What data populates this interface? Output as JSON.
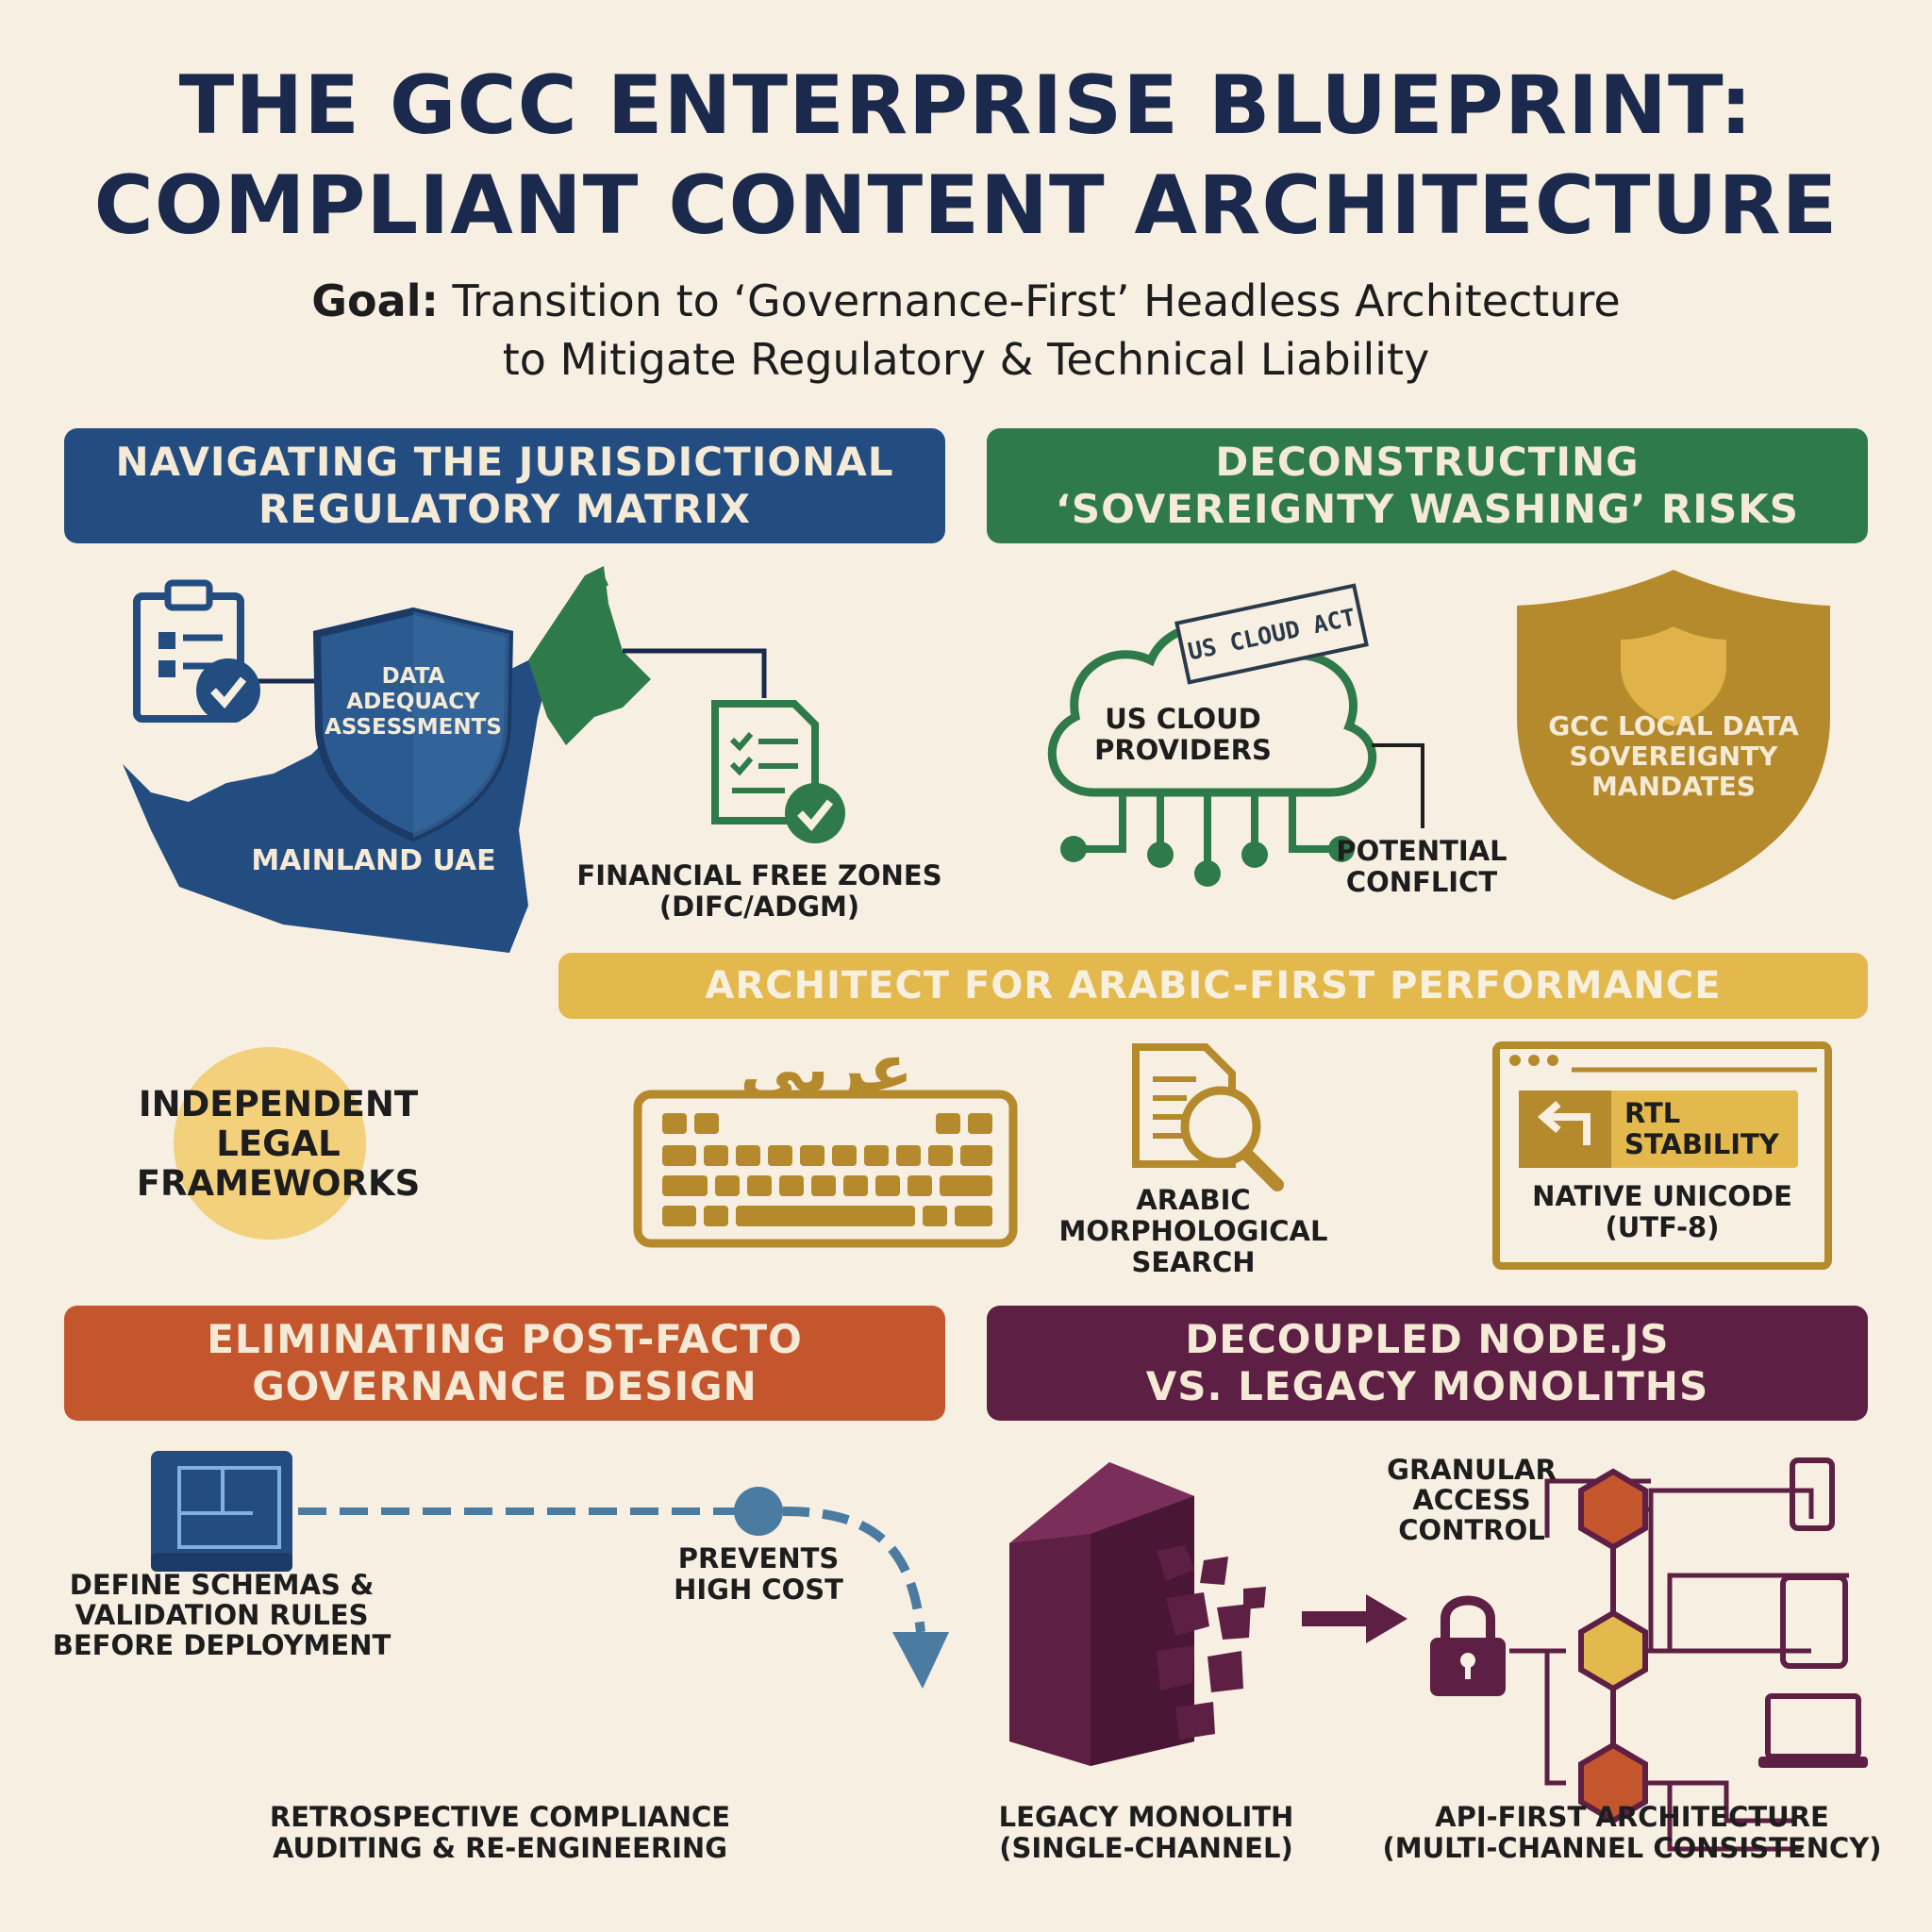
{
  "header": {
    "title_line1": "THE GCC ENTERPRISE BLUEPRINT:",
    "title_line2": "COMPLIANT CONTENT ARCHITECTURE",
    "goal_label": "Goal:",
    "goal_line1": "Transition to ‘Governance-First’ Headless Architecture",
    "goal_line2": "to Mitigate Regulatory & Technical Liability"
  },
  "section1": {
    "banner_line1": "NAVIGATING THE JURISDICTIONAL",
    "banner_line2": "REGULATORY MATRIX",
    "shield_line1": "DATA",
    "shield_line2": "ADEQUACY",
    "shield_line3": "ASSESSMENTS",
    "map_label": "MAINLAND UAE",
    "freezone_line1": "FINANCIAL FREE ZONES",
    "freezone_line2": "(DIFC/ADGM)",
    "circle_line1": "INDEPENDENT",
    "circle_line2": "LEGAL",
    "circle_line3": "FRAMEWORKS",
    "icons": [
      "clipboard-check-icon",
      "document-check-icon",
      "shield-icon",
      "uae-map"
    ]
  },
  "section2": {
    "banner_line1": "DECONSTRUCTING",
    "banner_line2": "‘SOVEREIGNTY WASHING’ RISKS",
    "stamp": "US CLOUD ACT",
    "cloud_line1": "US CLOUD",
    "cloud_line2": "PROVIDERS",
    "conflict_line1": "POTENTIAL",
    "conflict_line2": "CONFLICT",
    "shield_line1": "GCC LOCAL DATA",
    "shield_line2": "SOVEREIGNTY",
    "shield_line3": "MANDATES"
  },
  "section3": {
    "banner": "ARCHITECT FOR ARABIC-FIRST PERFORMANCE",
    "keyboard_arabic": "عربي",
    "search_line1": "ARABIC",
    "search_line2": "MORPHOLOGICAL",
    "search_line3": "SEARCH",
    "rtl_line1": "RTL",
    "rtl_line2": "STABILITY",
    "unicode_line1": "NATIVE UNICODE",
    "unicode_line2": "(UTF-8)"
  },
  "section4": {
    "banner_line1": "ELIMINATING POST-FACTO",
    "banner_line2": "GOVERNANCE DESIGN",
    "schema_line1": "DEFINE SCHEMAS &",
    "schema_line2": "VALIDATION RULES",
    "schema_line3": "BEFORE DEPLOYMENT",
    "prevents_line1": "PREVENTS",
    "prevents_line2": "HIGH COST",
    "retro_line1": "RETROSPECTIVE COMPLIANCE",
    "retro_line2": "AUDITING & RE-ENGINEERING"
  },
  "section5": {
    "banner_line1": "DECOUPLED NODE.JS",
    "banner_line2": "VS. LEGACY MONOLITHS",
    "access_line1": "GRANULAR",
    "access_line2": "ACCESS",
    "access_line3": "CONTROL",
    "monolith_line1": "LEGACY MONOLITH",
    "monolith_line2": "(SINGLE-CHANNEL)",
    "api_line1": "API-FIRST ARCHITECTURE",
    "api_line2": "(MULTI-CHANNEL CONSISTENCY)"
  },
  "colors": {
    "navy": "#1b2a4c",
    "blue": "#234d80",
    "green": "#2f7a4a",
    "gold": "#b58a2c",
    "yellow": "#e3b84c",
    "orange": "#c4562d",
    "purple": "#5e1f44",
    "background": "#f6efe2"
  }
}
